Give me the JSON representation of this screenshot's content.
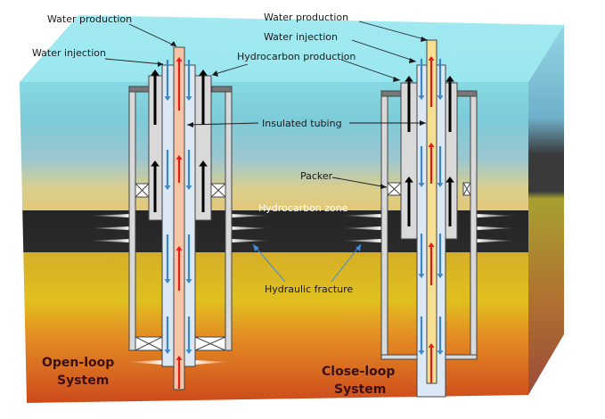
{
  "diagram": {
    "title": "Open-loop vs Close-loop geothermal well systems in hydrocarbon reservoir",
    "colors": {
      "sky_top": "#a8ecf4",
      "water_layer": "#7fd3de",
      "sand_layer": "#e2c77a",
      "hydrocarbon_zone": "#2a2a2a",
      "hot_layer_top": "#e0c21e",
      "hot_layer_bottom": "#d24a1a",
      "casing": "#d9d9d9",
      "tubing_inner": "#dce9f5",
      "open_loop_core": "#f4c4a4",
      "close_loop_core": "#f6df92",
      "arrow_hot": "#e31a1a",
      "arrow_cold": "#3a86c8",
      "arrow_hydrocarbon": "#000000",
      "leader_line": "#1a1a1a",
      "fracture_leader": "#3a8fd8"
    },
    "labels": {
      "open_water_production": "Water production",
      "open_water_injection": "Water injection",
      "close_water_production": "Water production",
      "close_water_injection": "Water injection",
      "hydrocarbon_production": "Hydrocarbon production",
      "insulated_tubing": "Insulated tubing",
      "packer": "Packer",
      "hydrocarbon_zone": "Hydrocarbon zone",
      "hydraulic_fracture": "Hydraulic fracture",
      "open_loop_line1": "Open-loop",
      "open_loop_line2": "System",
      "close_loop_line1": "Close-loop",
      "close_loop_line2": "System"
    },
    "icons": {
      "packer": "packer-x-box-icon",
      "flow_arrow": "arrow-icon"
    }
  }
}
